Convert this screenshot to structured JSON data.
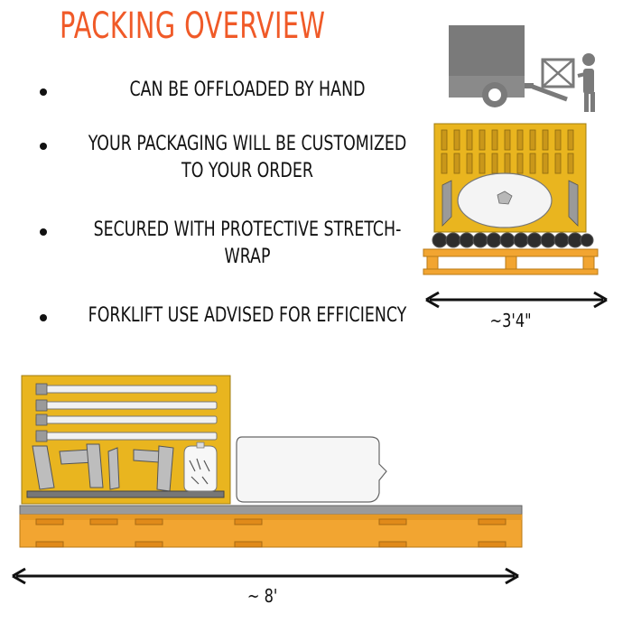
{
  "title": "PACKING OVERVIEW",
  "bullets": [
    {
      "lines": [
        "CAN BE OFFLOADED BY HAND"
      ]
    },
    {
      "lines": [
        "YOUR PACKAGING WILL BE CUSTOMIZED",
        "TO YOUR ORDER"
      ]
    },
    {
      "lines": [
        "SECURED WITH PROTECTIVE STRETCH-",
        "WRAP"
      ]
    },
    {
      "lines": [
        "FORKLIFT USE ADVISED FOR EFFICIENCY"
      ]
    }
  ],
  "dimensions": {
    "front_width": "~3'4\"",
    "side_length": "~ 8'"
  },
  "colors": {
    "title": "#f05a28",
    "plywood": "#e9b51f",
    "pallet": "#f2a531",
    "truck_gray": "#7a7a7a"
  },
  "icons": [
    "truck-icon",
    "person-with-box-icon"
  ]
}
